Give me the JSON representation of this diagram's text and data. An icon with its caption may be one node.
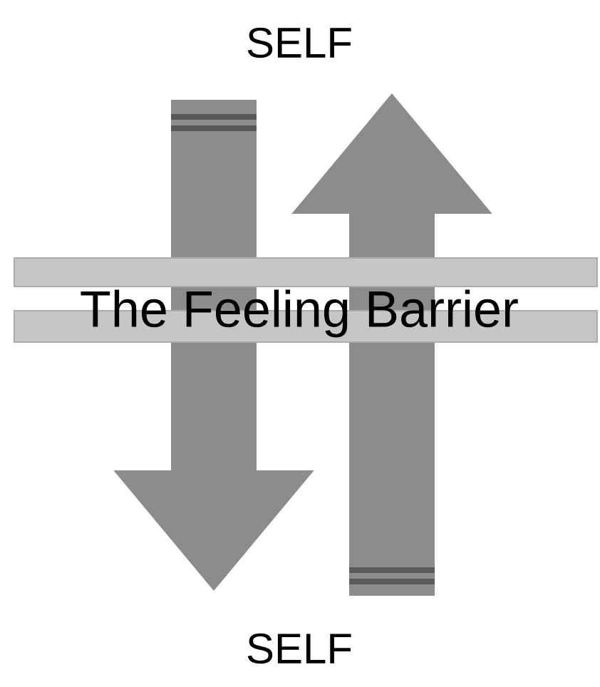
{
  "diagram": {
    "nodes": [
      {
        "text": [
          "The Feeling Barrier"
        ]
      }
    ],
    "labels": [
      "SELF",
      "SELF"
    ]
  }
}
